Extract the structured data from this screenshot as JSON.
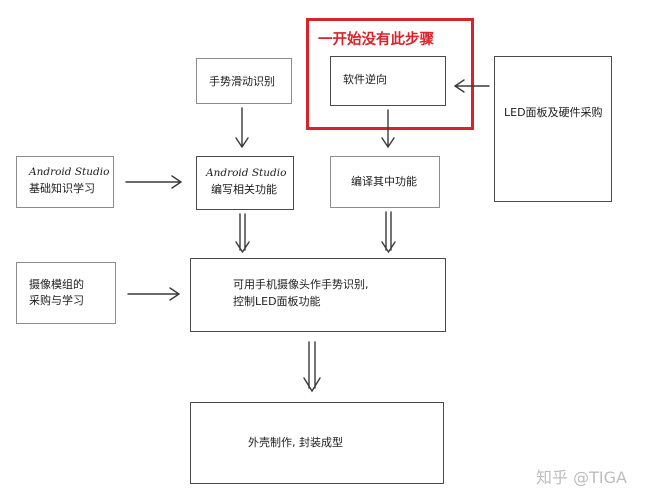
{
  "highlight": {
    "label": "一开始没有此步骤",
    "color": "#d9232a"
  },
  "boxes": {
    "gesture_slide": "手势滑动识别",
    "reverse": "软件逆向",
    "led": "LED面板及硬件采购",
    "as_basic_line1": "Android Studio",
    "as_basic_line2": "基础知识学习",
    "as_write_line1": "Android Studio",
    "as_write_line2": "编写相关功能",
    "compile": "编译其中功能",
    "camera_line1": "摄像模组的",
    "camera_line2": "采购与学习",
    "main_line1": "可用手机摄像头作手势识别,",
    "main_line2": "控制LED面板功能",
    "shell": "外壳制作, 封装成型"
  },
  "watermark": "知乎 @TIGA",
  "colors": {
    "stroke": "#3a3a3a",
    "accent": "#d9232a",
    "watermark": "#bdbdbd"
  }
}
